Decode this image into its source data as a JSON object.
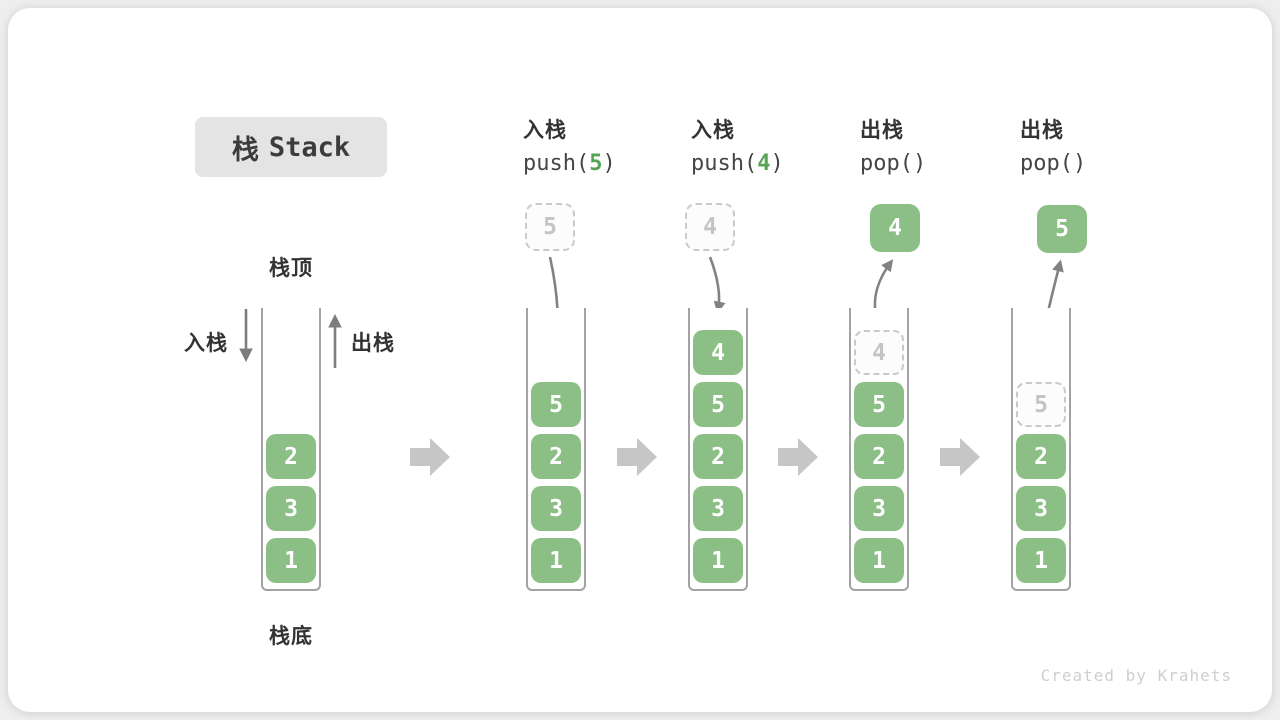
{
  "title": {
    "badge_zh": "栈",
    "badge_en": "Stack"
  },
  "side_labels": {
    "top": "栈顶",
    "bottom": "栈底",
    "push": "入栈",
    "pop": "出栈"
  },
  "operations": [
    {
      "label": "入栈",
      "code_pre": "push(",
      "code_arg": "5",
      "code_post": ")"
    },
    {
      "label": "入栈",
      "code_pre": "push(",
      "code_arg": "4",
      "code_post": ")"
    },
    {
      "label": "出栈",
      "code_pre": "pop(",
      "code_arg": "",
      "code_post": ")"
    },
    {
      "label": "出栈",
      "code_pre": "pop(",
      "code_arg": "",
      "code_post": ")"
    }
  ],
  "stacks": [
    {
      "blocks": [
        "2",
        "3",
        "1"
      ]
    },
    {
      "blocks": [
        "5",
        "2",
        "3",
        "1"
      ],
      "incoming": "5"
    },
    {
      "blocks": [
        "4",
        "5",
        "2",
        "3",
        "1"
      ],
      "incoming": "4"
    },
    {
      "blocks": [
        "5",
        "2",
        "3",
        "1"
      ],
      "ghost": "4",
      "outgoing": "4"
    },
    {
      "blocks": [
        "2",
        "3",
        "1"
      ],
      "ghost": "5",
      "outgoing": "5"
    }
  ],
  "watermark": "Created by Krahets",
  "colors": {
    "block_green": "#8cbf86",
    "accent_green": "#55a455",
    "arrow_gray": "#7d7d7d",
    "chevron_gray": "#c6c6c6",
    "badge_bg": "#e4e4e4"
  },
  "icons": {
    "flow": "right-block-arrow",
    "push_direction": "down-arrow",
    "pop_direction": "up-arrow",
    "push_motion": "curved-down-arrow",
    "pop_motion": "curved-up-arrow"
  }
}
